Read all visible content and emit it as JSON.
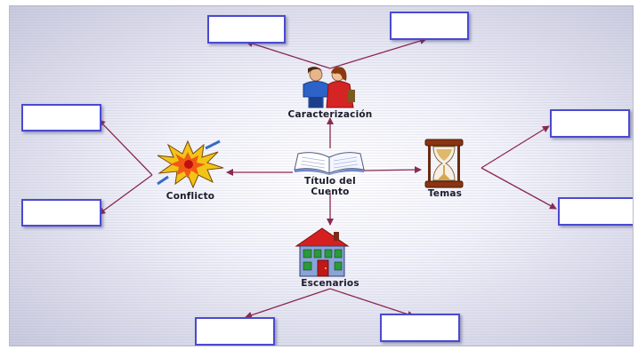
{
  "center": {
    "label_line1": "Título del",
    "label_line2": "Cuento",
    "icon": "open-book-icon"
  },
  "nodes": {
    "caracterizacion": {
      "label": "Caracterización",
      "icon": "people-icon"
    },
    "conflicto": {
      "label": "Conflicto",
      "icon": "explosion-icon"
    },
    "temas": {
      "label": "Temas",
      "icon": "hourglass-icon"
    },
    "escenarios": {
      "label": "Escenarios",
      "icon": "house-icon"
    }
  },
  "colors": {
    "connector": "#8a2a52",
    "box_border": "#4a4ad0"
  }
}
